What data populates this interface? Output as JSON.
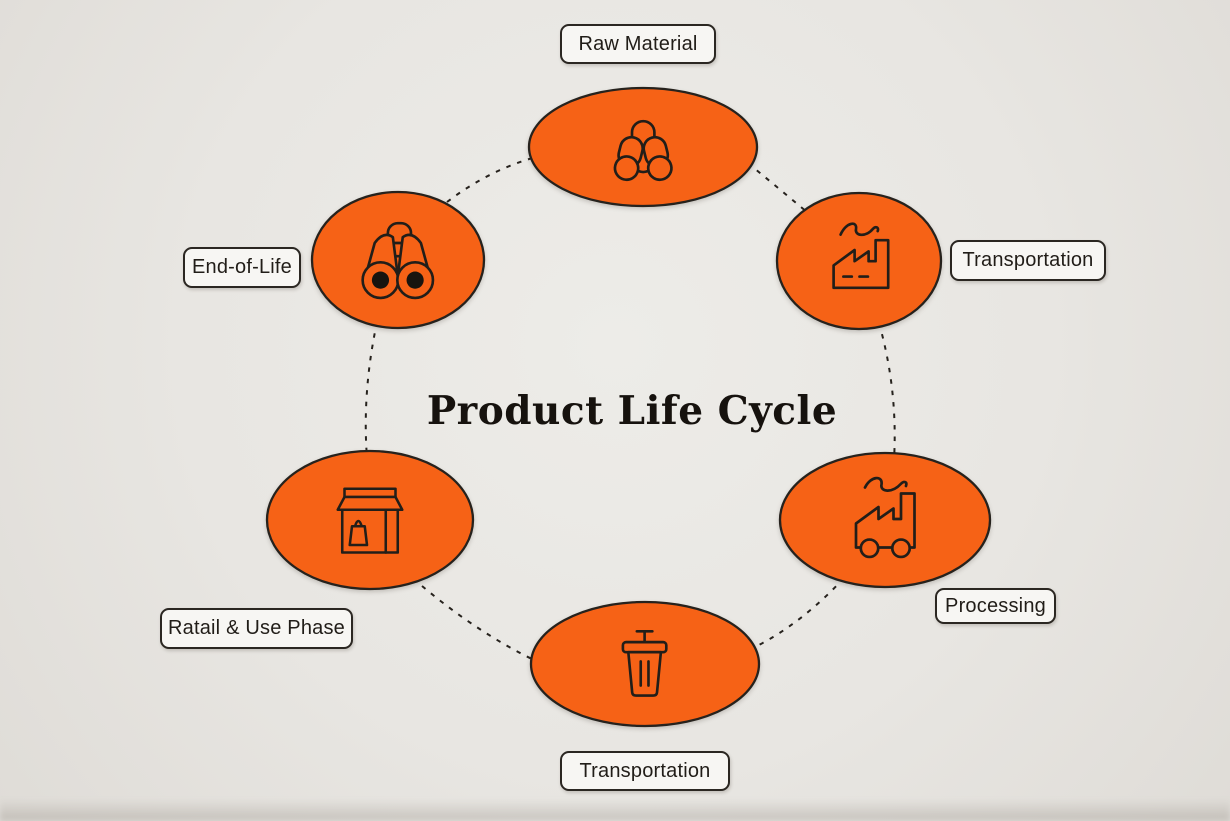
{
  "title": "Product Life Cycle",
  "colors": {
    "accent": "#f66216",
    "ink": "#26221d",
    "background": "#e8e6e2",
    "label_bg": "#f7f6f3"
  },
  "nodes": [
    {
      "id": "raw-material",
      "label": "Raw Material",
      "icon": "logs-icon",
      "position": "top"
    },
    {
      "id": "transportation",
      "label": "Transportation",
      "icon": "factory-icon",
      "position": "top-right"
    },
    {
      "id": "processing",
      "label": "Processing",
      "icon": "factory-truck-icon",
      "position": "bottom-right"
    },
    {
      "id": "transportation-2",
      "label": "Transportation",
      "icon": "trash-can-icon",
      "position": "bottom"
    },
    {
      "id": "retail-use-phase",
      "label": "Ratail & Use Phase",
      "icon": "storefront-icon",
      "position": "bottom-left"
    },
    {
      "id": "end-of-life",
      "label": "End-of-Life",
      "icon": "binoculars-icon",
      "position": "top-left"
    }
  ]
}
